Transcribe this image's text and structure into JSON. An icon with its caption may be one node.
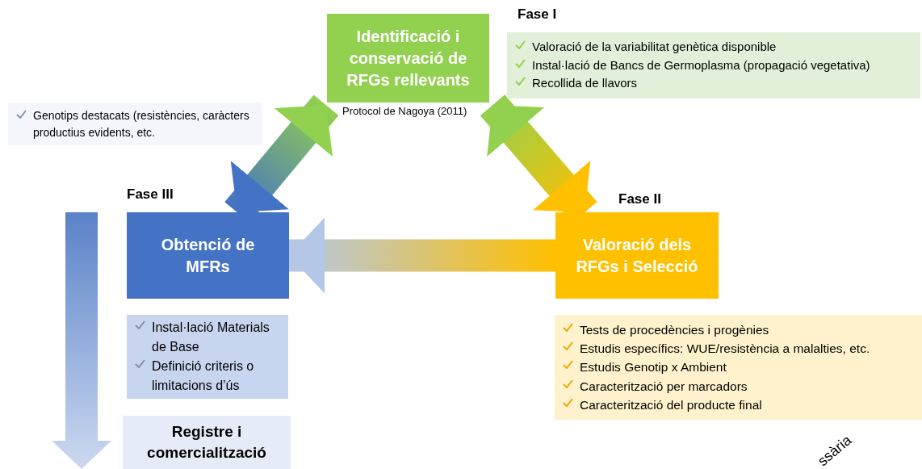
{
  "diagram": {
    "nodes": [
      {
        "text": [
          "Identificació i conservació de RFGs rellevants"
        ],
        "beside": [
          "Protocol de Nagoya (2011)"
        ]
      },
      {
        "text": [
          "Valoració de la variabilitat genètica disponible",
          "Instal·lació de Bancs de Germoplasma (propagació vegetativa)",
          "Recollida de llavors"
        ],
        "beside": [
          "Fase I"
        ]
      },
      {
        "text": [
          "Genotips destacats (resistències, caràcters productius evidents, etc."
        ]
      },
      {
        "text": [
          "Obtenció de MFRs"
        ],
        "beside": [
          "Fase III"
        ]
      },
      {
        "text": [
          "Instal·lació Materials de Base",
          "Definició criteris o limitacions d’ús"
        ]
      },
      {
        "text": [
          "Registre i comercialització"
        ]
      },
      {
        "text": [
          "Valoració dels RFGs i Selecció"
        ],
        "beside": [
          "Fase II"
        ]
      },
      {
        "text": [
          "Tests de procedències i progènies",
          "Estudis específics: WUE/resistència a malalties, etc.",
          "Estudis Genotip x Ambient",
          "Caracterització per marcadors",
          "Caracterització del producte final"
        ]
      }
    ],
    "edges": [
      {
        "from": 0,
        "to": 6,
        "arrow": "both",
        "style": "thick"
      },
      {
        "from": 0,
        "to": 3,
        "arrow": "both",
        "style": "thick"
      },
      {
        "from": 6,
        "to": 3,
        "arrow": "to",
        "style": "thick"
      }
    ],
    "labels": [
      "ssària"
    ]
  }
}
